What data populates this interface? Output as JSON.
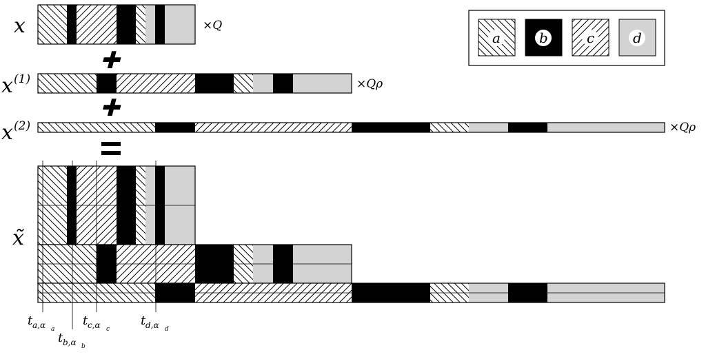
{
  "labels": {
    "x": "x",
    "x_base": "x",
    "x1_sup": "(1)",
    "x2_sup": "(2)",
    "x_tilde": "x̃",
    "times_q": "×Q",
    "times_q1": "×Qρ",
    "times_q2": "×Qρ",
    "plus": "✚",
    "equals": "="
  },
  "legend": {
    "a": "a",
    "b": "b",
    "c": "c",
    "d": "d"
  },
  "axis": {
    "t_a": "t",
    "t_a_sub": "a,α",
    "t_a_subsub": "a",
    "t_b": "t",
    "t_b_sub": "b,α",
    "t_b_subsub": "b",
    "t_c": "t",
    "t_c_sub": "c,α",
    "t_c_subsub": "c",
    "t_d": "t",
    "t_d_sub": "d,α",
    "t_d_subsub": "d"
  },
  "colors": {
    "a": "hatch-backslash",
    "b": "#000000",
    "c": "hatch-slash",
    "d": "#d3d3d3"
  },
  "sequence_x": [
    "a",
    "b",
    "c",
    "b",
    "a",
    "d",
    "b",
    "d"
  ],
  "sequence_x_relative_lengths": [
    1.5,
    0.5,
    2,
    1,
    0.5,
    0.5,
    0.5,
    1.5
  ]
}
